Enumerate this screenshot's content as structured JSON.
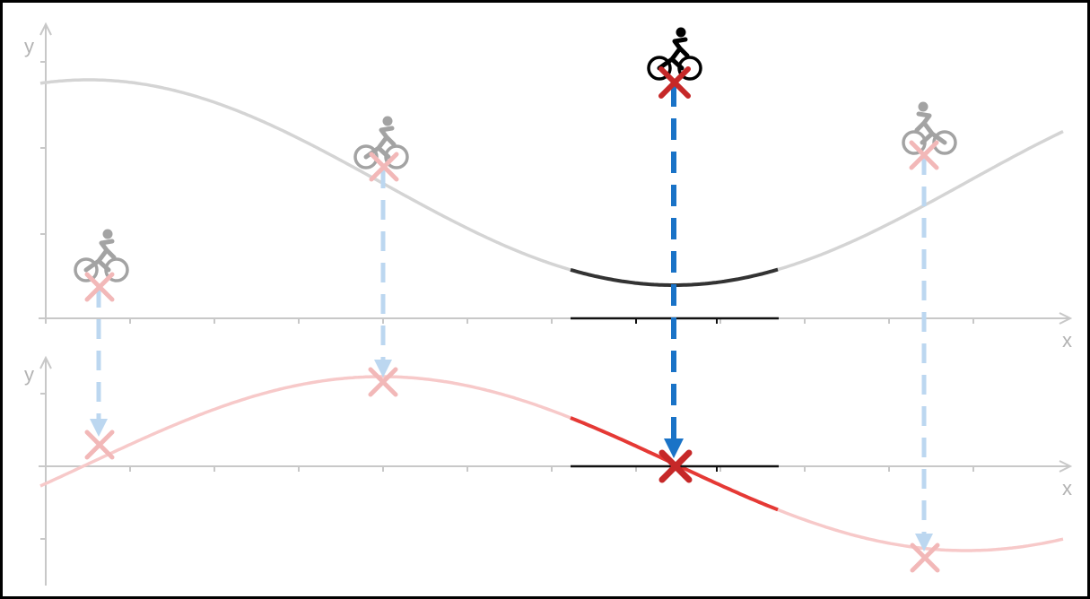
{
  "diagram": {
    "top_panel": {
      "y_label": "y",
      "x_label": "x"
    },
    "bottom_panel": {
      "y_label": "y",
      "x_label": "x"
    },
    "cyclist_positions": [
      {
        "id": "left-bottom",
        "state": "faded"
      },
      {
        "id": "rising",
        "state": "faded"
      },
      {
        "id": "peak",
        "state": "highlighted"
      },
      {
        "id": "falling",
        "state": "faded"
      }
    ],
    "highlighted_segment": "peak-tangent",
    "colors": {
      "function_curve": "#d4d4d4",
      "function_curve_highlight": "#333333",
      "derivative_curve": "#f7c9c9",
      "derivative_curve_highlight": "#e53935",
      "marker": "#c62828",
      "marker_faded": "#f2b8b8",
      "arrow": "#1a73c7",
      "arrow_faded": "#bcd7f0",
      "axis": "#c8c8c8",
      "tangent": "#111111"
    },
    "icons": [
      "cyclist-icon",
      "cross-marker-icon",
      "down-arrow-icon"
    ]
  }
}
